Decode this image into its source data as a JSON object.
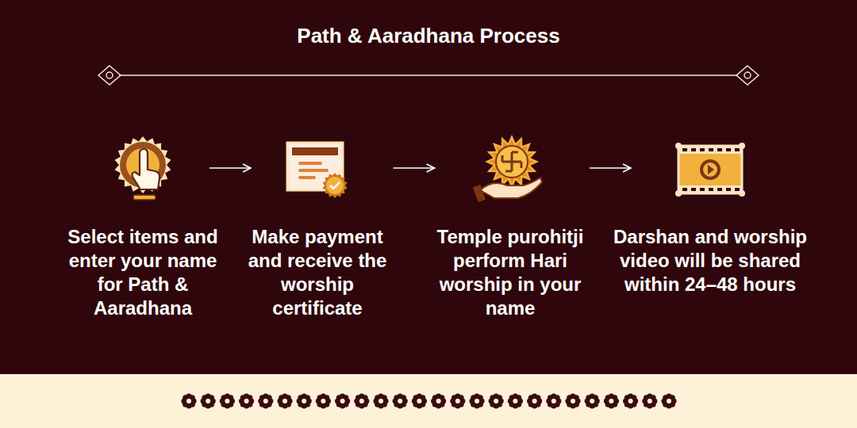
{
  "diagram": {
    "title": "Path & Aaradhana Process",
    "nodes": [
      {
        "text": [
          "Select items and enter your name for Path & Aaradhana"
        ]
      },
      {
        "text": [
          "Make payment and receive the worship certificate"
        ]
      },
      {
        "text": [
          "Temple purohitji perform Hari worship in your name"
        ]
      },
      {
        "text": [
          "Darshan and worship video will be shared within 24–48 hours"
        ]
      }
    ],
    "edges": [
      {
        "from": 0,
        "to": 1,
        "arrow": "to"
      },
      {
        "from": 1,
        "to": 2,
        "arrow": "to"
      },
      {
        "from": 2,
        "to": 3,
        "arrow": "to"
      }
    ]
  }
}
